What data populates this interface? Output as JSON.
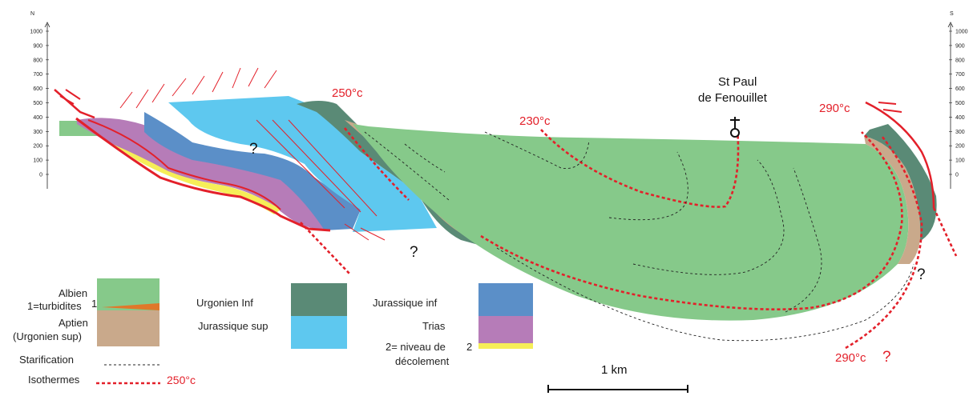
{
  "axes": {
    "left_letter": "N",
    "right_letter": "S",
    "ticks": [
      "1000",
      "900",
      "800",
      "700",
      "600",
      "500",
      "400",
      "300",
      "200",
      "100",
      "0"
    ]
  },
  "labels": {
    "isotherm_250": "250°c",
    "isotherm_230": "230°c",
    "isotherm_290_top": "290°c",
    "isotherm_290_bottom": "290°c",
    "question": "?",
    "place_line1": "St Paul",
    "place_line2": "de Fenouillet",
    "scale": "1 km"
  },
  "legend": {
    "albien": "Albien",
    "turbidites": "1=turbidites",
    "turbidites_num": "1",
    "aptien": "Aptien",
    "urgonien_sup": "(Urgonien sup)",
    "stratification": "Starification",
    "isothermes": "Isothermes",
    "isothermes_value": "250°c",
    "urgonien_inf": "Urgonien Inf",
    "jurassique_sup": "Jurassique sup",
    "jurassique_inf": "Jurassique inf",
    "trias": "Trias",
    "decollement_line1": "2= niveau de",
    "decollement_line2": "décolement",
    "decollement_num": "2"
  },
  "colors": {
    "albien": "#86c98a",
    "aptien": "#c9a98b",
    "turbidites": "#e0782a",
    "urgonien_inf": "#5a8a76",
    "jurassique_sup": "#5ec8ef",
    "jurassique_inf": "#5b8fc8",
    "trias": "#b67cb8",
    "decollement": "#f6ee58",
    "isotherm": "#e3202a",
    "fault": "#e3202a"
  }
}
